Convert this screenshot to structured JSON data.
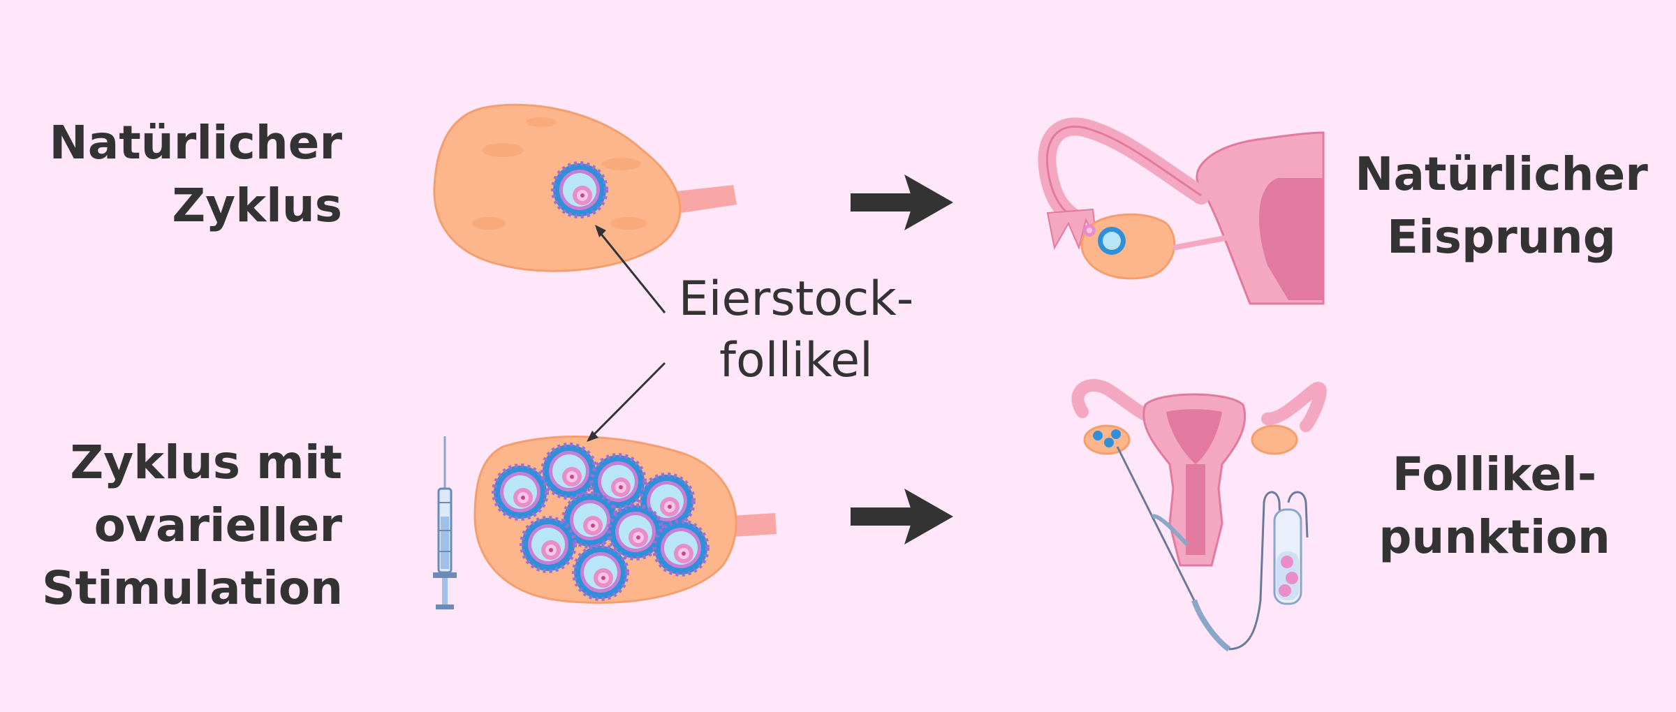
{
  "labels": {
    "natural_cycle": [
      "Natürlicher",
      "Zyklus"
    ],
    "stimulated_cycle": [
      "Zyklus mit",
      "ovarieller",
      "Stimulation"
    ],
    "natural_ovulation": [
      "Natürlicher",
      "Eisprung"
    ],
    "follicle_puncture": [
      "Follikel-",
      "punktion"
    ],
    "callout": [
      "Eierstock-",
      "follikel"
    ]
  },
  "colors": {
    "background": "#ffe6f9",
    "text": "#333333",
    "ovary": "#fdb68c",
    "ovary_dark": "#f59e6c",
    "follicle_ring": "#2f8fd8",
    "follicle_inner": "#b9e6f6",
    "oocyte": "#e88dc9",
    "uterus": "#f4a7c0",
    "uterus_dark": "#e2799f",
    "arrow": "#333333"
  },
  "icons": [
    "ovary-natural",
    "ovary-stimulated",
    "syringe-icon",
    "arrow-right-icon",
    "uterus-fallopian-icon",
    "puncture-uterus-icon"
  ]
}
